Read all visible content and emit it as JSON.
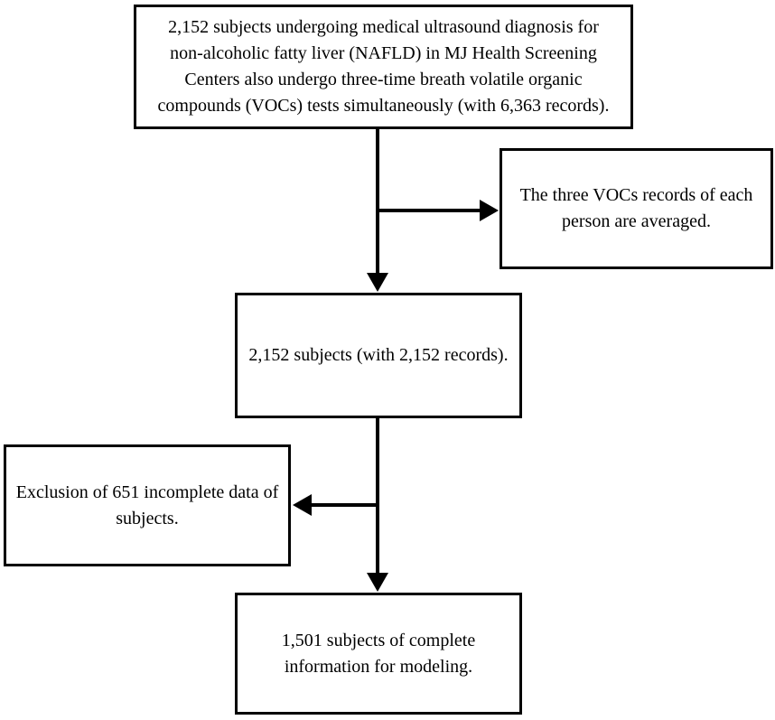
{
  "flowchart": {
    "boxes": {
      "cohort": {
        "text": "2,152 subjects undergoing medical ultrasound diagnosis for\nnon-alcoholic fatty liver (NAFLD) in MJ Health Screening\nCenters also undergo three-time breath volatile organic\ncompounds (VOCs) tests simultaneously (with 6,363 records)."
      },
      "averaged": {
        "text": "The three VOCs records of each\nperson are averaged."
      },
      "subjects": {
        "text": "2,152 subjects (with 2,152 records)."
      },
      "exclusion": {
        "text": "Exclusion of 651 incomplete data of\nsubjects."
      },
      "modeling": {
        "text": "1,501 subjects of complete\ninformation for modeling."
      }
    },
    "counts": {
      "initial_subjects": "2,152",
      "initial_records": "6,363",
      "averaged_records": "2,152",
      "excluded_subjects": "651",
      "final_subjects": "1,501"
    },
    "colors": {
      "background": "#ffffff",
      "box_border": "#000000",
      "text": "#000000",
      "arrow": "#000000"
    }
  }
}
